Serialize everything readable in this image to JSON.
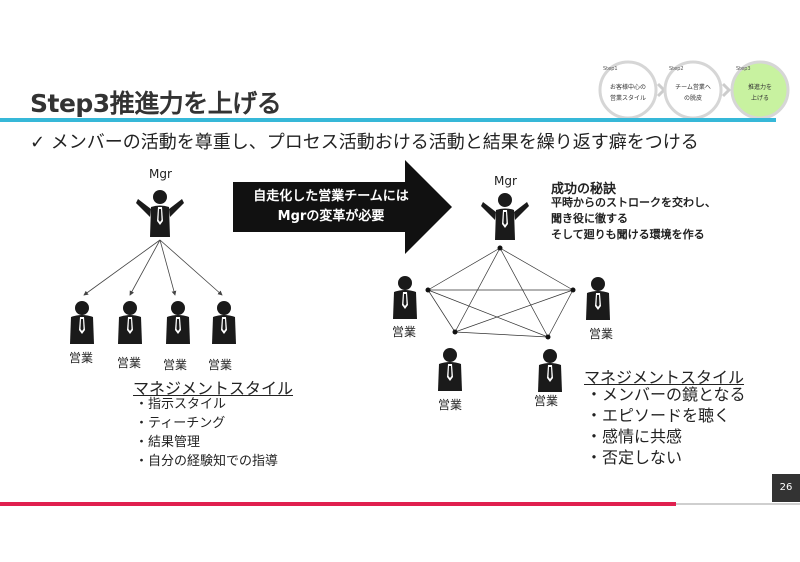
{
  "slide": {
    "title": "Step3推進力を上げる",
    "subtitle": "✓ メンバーの活動を尊重し、プロセス活動おける活動と結果を繰り返す癖をつける",
    "page_number": "26"
  },
  "steps": [
    {
      "num": "Step1",
      "line1": "お客様中心の",
      "line2": "営業スタイル"
    },
    {
      "num": "Step2",
      "line1": "チーム営業へ",
      "line2": "の脱皮"
    },
    {
      "num": "Step3",
      "line1": "推進力を",
      "line2": "上げる"
    }
  ],
  "left": {
    "mgr_label": "Mgr",
    "members": [
      "営業",
      "営業",
      "営業",
      "営業"
    ],
    "mgmt_title": "マネジメントスタイル",
    "items": [
      "・指示スタイル",
      "・ティーチング",
      "・結果管理",
      "・自分の経験知での指導"
    ]
  },
  "arrow": {
    "line1": "自走化した営業チームには",
    "line2": "Mgrの変革が必要"
  },
  "right": {
    "mgr_label": "Mgr",
    "secret_title": "成功の秘訣",
    "secret_lines": [
      "平時からのストロークを交わし、",
      "聞き役に徹する",
      "そして廻りも聞ける環境を作る"
    ],
    "members": [
      "営業",
      "営業",
      "営業",
      "営業"
    ],
    "mgmt_title": "マネジメントスタイル",
    "items": [
      "・メンバーの鏡となる",
      "・エピソードを聴く",
      "・感情に共感",
      "・否定しない"
    ]
  },
  "colors": {
    "accent_blue": "#36b8d8",
    "accent_red": "#e0204f",
    "step3_green": "#c8f2a0",
    "figure": "#1a1a1a"
  }
}
